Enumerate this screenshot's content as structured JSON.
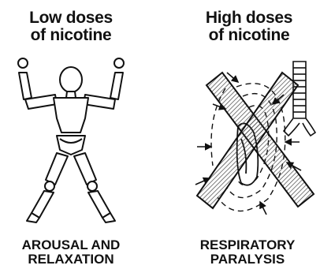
{
  "panels": {
    "left": {
      "heading_line1": "Low doses",
      "heading_line2": "of nicotine",
      "caption_line1": "AROUSAL AND",
      "caption_line2": "RELAXATION"
    },
    "right": {
      "heading_line1": "High doses",
      "heading_line2": "of nicotine",
      "caption_line1": "RESPIRATORY",
      "caption_line2": "PARALYSIS"
    }
  },
  "colors": {
    "ink": "#111111",
    "hatch": "#555555"
  },
  "icons": [
    "mannequin-figure",
    "lungs-illustration",
    "cross-out-x",
    "pressure-arrow"
  ]
}
